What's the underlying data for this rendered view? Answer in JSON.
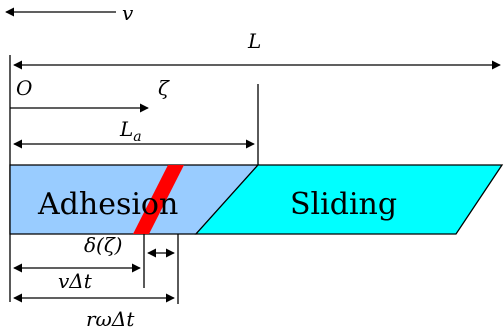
{
  "labels": {
    "velocity": "v",
    "length_total": "L",
    "origin": "O",
    "zeta": "ζ",
    "adhesion_length": "L",
    "adhesion_length_sub": "a",
    "delta": "δ(ζ)",
    "v_dt": "vΔt",
    "r_omega_dt": "rωΔt"
  },
  "regions": {
    "adhesion": "Adhesion",
    "sliding": "Sliding"
  },
  "colors": {
    "adhesion_fill": "#99ccff",
    "sliding_fill": "#00ffff",
    "boundary_fill": "#ff0000",
    "outline": "#000000"
  }
}
